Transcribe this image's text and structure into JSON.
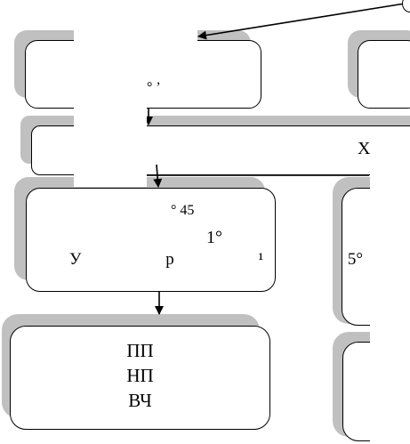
{
  "diagram": {
    "box1": {
      "label": "° ’"
    },
    "wide_box": {
      "label": "Х"
    },
    "box_mid": {
      "line1": "° 45",
      "line2": "1°",
      "line3": "У р ¹ 5°"
    },
    "box_bottom": {
      "lines": [
        "ПП",
        "НП",
        "ВЧ"
      ]
    }
  }
}
